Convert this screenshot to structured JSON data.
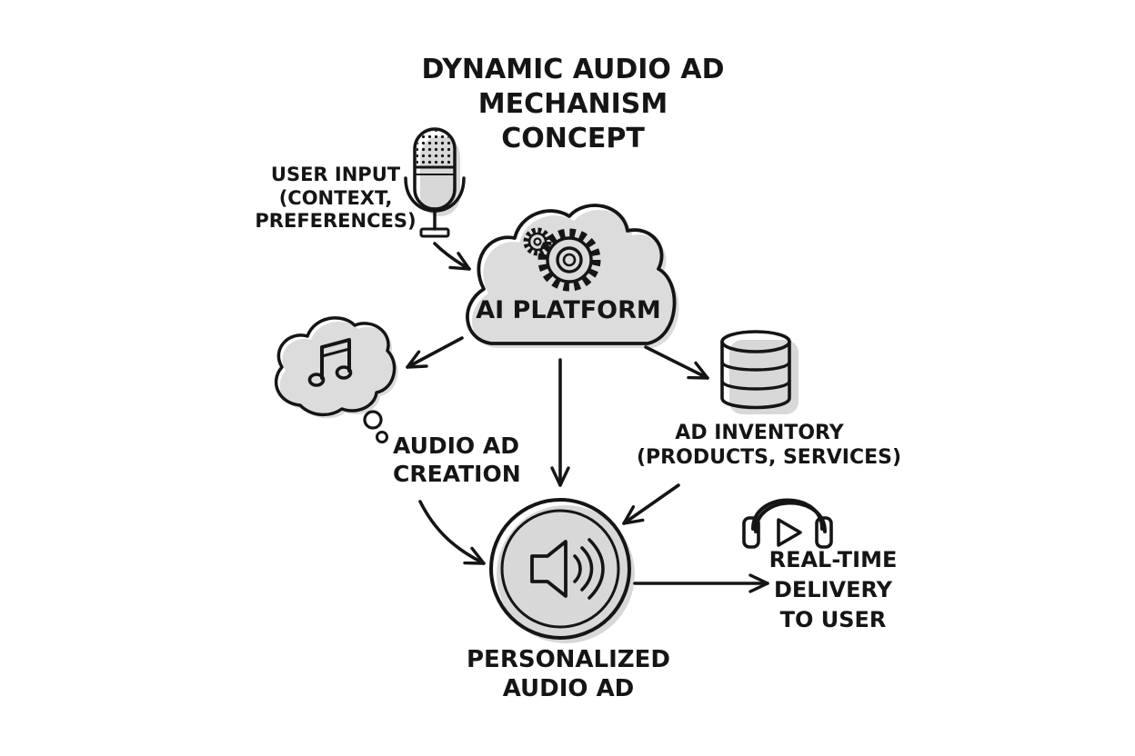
{
  "title": {
    "lines": [
      "DYNAMIC AUDIO AD",
      "MECHANISM",
      "CONCEPT"
    ]
  },
  "nodes": {
    "user_input": {
      "lines": [
        "USER INPUT",
        "(CONTEXT,",
        "PREFERENCES)"
      ],
      "icon": "microphone-icon"
    },
    "ai_platform": {
      "label": "AI PLATFORM",
      "icon": "cloud-gears-icon"
    },
    "audio_ad_creation": {
      "lines": [
        "AUDIO AD",
        "CREATION"
      ],
      "icon": "music-note-thought-bubble-icon"
    },
    "ad_inventory": {
      "lines": [
        "AD INVENTORY",
        "(PRODUCTS, SERVICES)"
      ],
      "icon": "database-icon"
    },
    "personalized_audio_ad": {
      "lines": [
        "PERSONALIZED",
        "AUDIO AD"
      ],
      "icon": "speaker-icon"
    },
    "real_time_delivery": {
      "lines": [
        "REAL-TIME",
        "DELIVERY",
        "TO USER"
      ],
      "icon": "headphones-play-icon"
    }
  },
  "edges": [
    {
      "from": "user_input",
      "to": "ai_platform"
    },
    {
      "from": "ai_platform",
      "to": "audio_ad_creation"
    },
    {
      "from": "ai_platform",
      "to": "ad_inventory"
    },
    {
      "from": "ai_platform",
      "to": "personalized_audio_ad"
    },
    {
      "from": "audio_ad_creation",
      "to": "personalized_audio_ad"
    },
    {
      "from": "ad_inventory",
      "to": "personalized_audio_ad"
    },
    {
      "from": "personalized_audio_ad",
      "to": "real_time_delivery"
    }
  ],
  "colors": {
    "ink": "#151515",
    "background": "#ffffff",
    "shadow": "#d4d4d4"
  }
}
